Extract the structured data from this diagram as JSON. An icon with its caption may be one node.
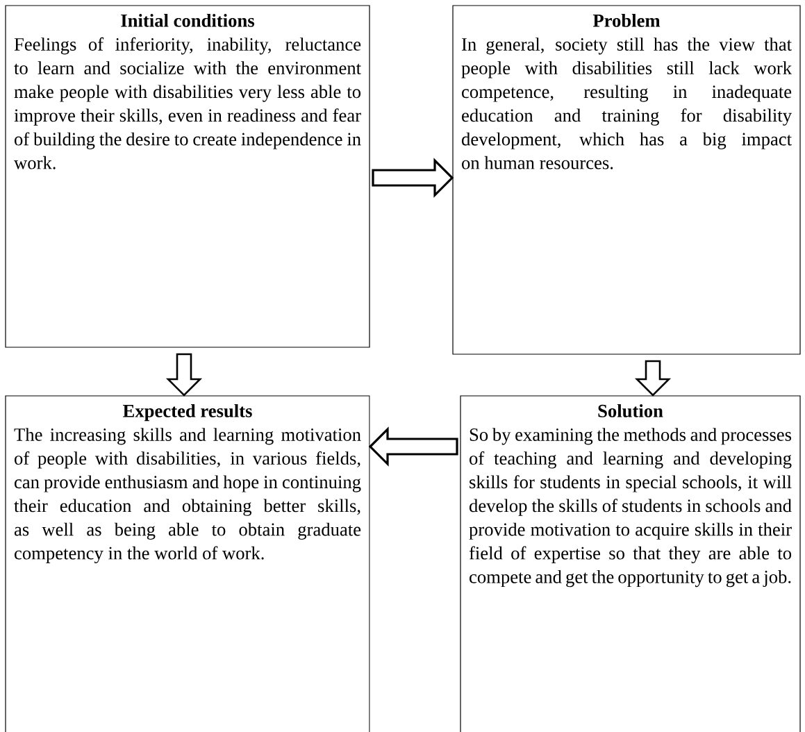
{
  "diagram": {
    "nodes": [
      {
        "text": [
          "Initial conditions",
          "Feelings of inferiority, inability, reluctance to learn and socialize with the environment make people with disabilities very less able to improve their skills, even in readiness and fear of building the desire to create independence in work."
        ]
      },
      {
        "text": [
          "Problem",
          "In general, society still has the view that people with disabilities still lack work competence, resulting in inadequate education and training for disability development, which has a big impact on human resources."
        ]
      },
      {
        "text": [
          "Expected results",
          "The increasing skills and learning motivation of people with disabilities, in various fields, can provide enthusiasm and hope in continuing their education and obtaining better skills, as well as being able to obtain graduate competency in the world of work."
        ]
      },
      {
        "text": [
          "Solution",
          "So by examining the methods and processes of teaching and learning and developing skills for students in special schools, it will develop the skills of students in schools and provide motivation to acquire skills in their field of expertise so that they are able to compete and get the opportunity to get a job."
        ]
      }
    ],
    "edges": [
      {
        "from": 0,
        "to": 1,
        "arrow": "to"
      },
      {
        "from": 1,
        "to": 3,
        "arrow": "to"
      },
      {
        "from": 3,
        "to": 2,
        "arrow": "to"
      },
      {
        "from": 0,
        "to": 2,
        "arrow": "to"
      }
    ]
  }
}
